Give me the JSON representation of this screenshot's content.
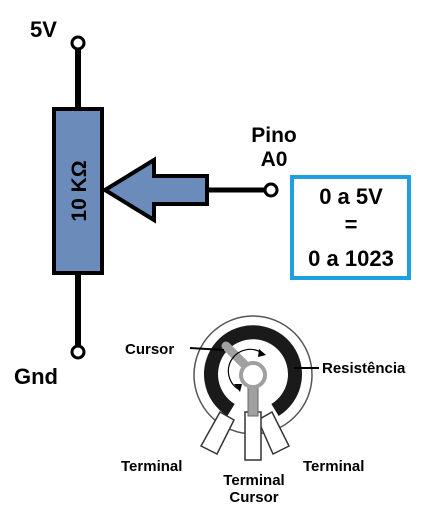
{
  "schematic": {
    "supply_label": "5V",
    "ground_label": "Gnd",
    "resistor_value": "10 KΩ",
    "pin_label_line1": "Pino",
    "pin_label_line2": "A0"
  },
  "mapping_box": {
    "line1": "0 a 5V",
    "line2": "=",
    "line3": "0 a 1023",
    "border_color": "#1ea0e0"
  },
  "component": {
    "cursor_label": "Cursor",
    "resistance_label": "Resistência",
    "terminal_left_label": "Terminal",
    "terminal_right_label": "Terminal",
    "terminal_cursor_label_line1": "Terminal",
    "terminal_cursor_label_line2": "Cursor"
  },
  "colors": {
    "resistor_fill": "#6b8cba",
    "arrow_fill": "#6b8cba",
    "wire": "#000000",
    "track": "#1a1a1a",
    "wiper": "#a0a0a0"
  }
}
